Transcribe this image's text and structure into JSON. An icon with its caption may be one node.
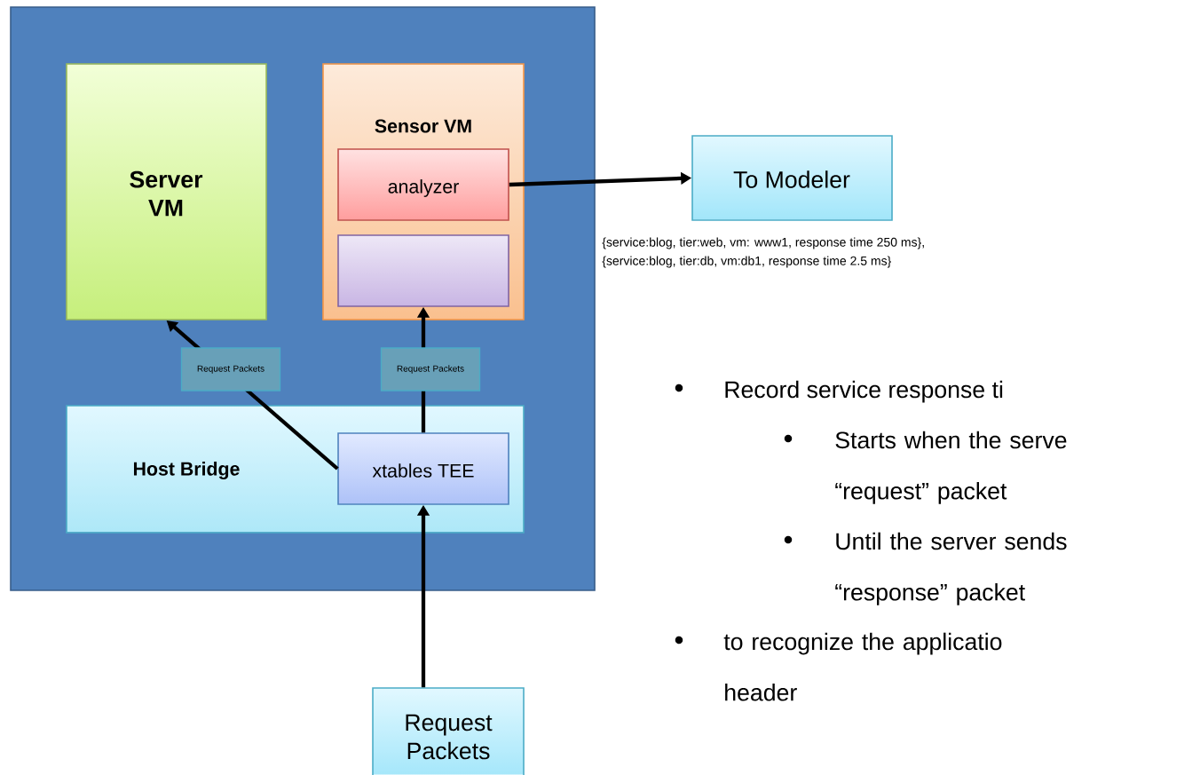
{
  "diagram": {
    "nodes": [
      {
        "text": [],
        "shape": "box"
      },
      {
        "text": [
          "Server VM"
        ],
        "in": 0
      },
      {
        "text": [
          "Sensor VM"
        ],
        "in": 0
      },
      {
        "text": [
          "analyzer"
        ],
        "in": 2
      },
      {
        "text": [],
        "shape": "box",
        "in": 2
      },
      {
        "text": [
          "Host Bridge"
        ],
        "in": 0
      },
      {
        "text": [
          "xtables TEE"
        ],
        "in": 5
      },
      {
        "text": [
          "To  Modeler"
        ],
        "beside": [
          "{service:blog, tier:web, vm: www1,  response time 250 ms},",
          "{service:blog, tier:db, vm:db1, response time 2.5 ms}"
        ]
      },
      {
        "text": [
          "Request Packets"
        ]
      }
    ],
    "edges": [
      {
        "from": 3,
        "to": 7,
        "arrow": "to"
      },
      {
        "from": 6,
        "to": 4,
        "arrow": "to",
        "label": "Request Packets"
      },
      {
        "from": 6,
        "to": 1,
        "arrow": "to",
        "label": "Request Packets"
      },
      {
        "from": 8,
        "to": 6,
        "arrow": "to"
      }
    ],
    "labels": [
      "Record service response ti",
      "Starts when the serve “request” packet",
      "Until the server sends “response” packet",
      "to recognize the applicatio header"
    ]
  }
}
